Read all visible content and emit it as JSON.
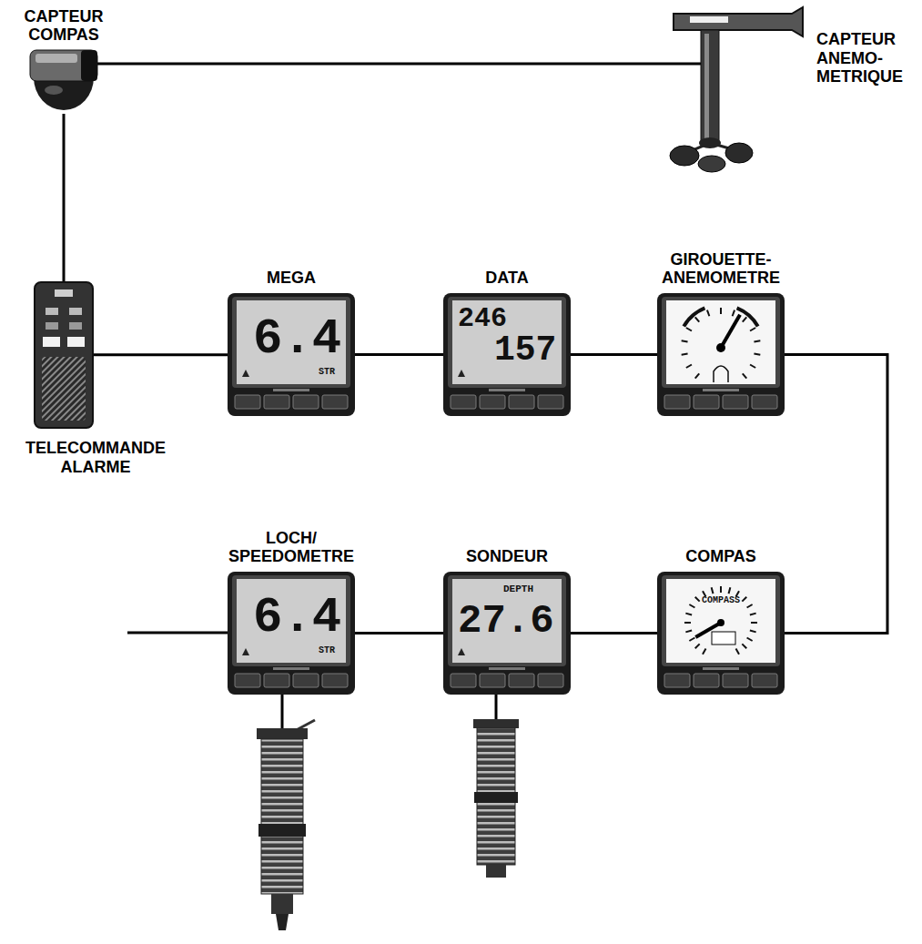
{
  "diagram": {
    "nodes": [
      {
        "text": [
          "CAPTEUR COMPAS"
        ]
      },
      {
        "text": [
          "CAPTEUR ANEMO- METRIQUE"
        ]
      },
      {
        "text": [
          "TELECOMMANDE ALARME"
        ]
      },
      {
        "text": [
          "MEGA",
          "6.4",
          "STR"
        ]
      },
      {
        "text": [
          "DATA",
          "246",
          "157"
        ]
      },
      {
        "text": [
          "GIROUETTE- ANEMOMETRE"
        ]
      },
      {
        "text": [
          "LOCH/ SPEEDOMETRE",
          "6.4",
          "STR"
        ]
      },
      {
        "text": [
          "SONDEUR",
          "DEPTH",
          "27.6"
        ]
      },
      {
        "text": [
          "COMPAS",
          "COMPASS"
        ]
      }
    ],
    "edges": [
      {
        "from": 0,
        "to": 1,
        "arrow": "none"
      },
      {
        "from": 0,
        "to": 2,
        "arrow": "none"
      },
      {
        "from": 2,
        "to": 3,
        "arrow": "none"
      },
      {
        "from": 3,
        "to": 4,
        "arrow": "none"
      },
      {
        "from": 4,
        "to": 5,
        "arrow": "none"
      },
      {
        "from": 5,
        "to": 8,
        "arrow": "none"
      },
      {
        "from": 8,
        "to": 7,
        "arrow": "none"
      },
      {
        "from": 7,
        "to": 6,
        "arrow": "none"
      }
    ]
  }
}
